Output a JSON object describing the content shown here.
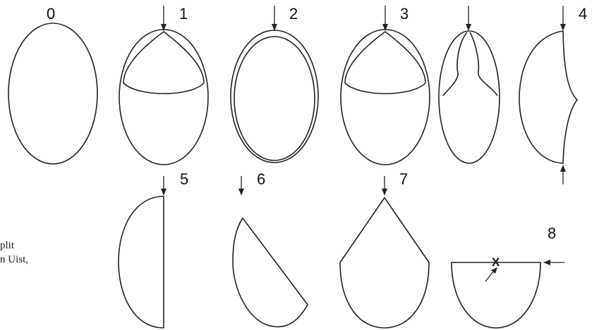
{
  "figures": [
    {
      "label": "0"
    },
    {
      "label": "1"
    },
    {
      "label": "2"
    },
    {
      "label": "3"
    },
    {
      "label": "4"
    },
    {
      "label": "5"
    },
    {
      "label": "6"
    },
    {
      "label": "7"
    },
    {
      "label": "8"
    }
  ],
  "caption_fragments": [
    "plit",
    "n Uist,"
  ],
  "marker_text": "X"
}
